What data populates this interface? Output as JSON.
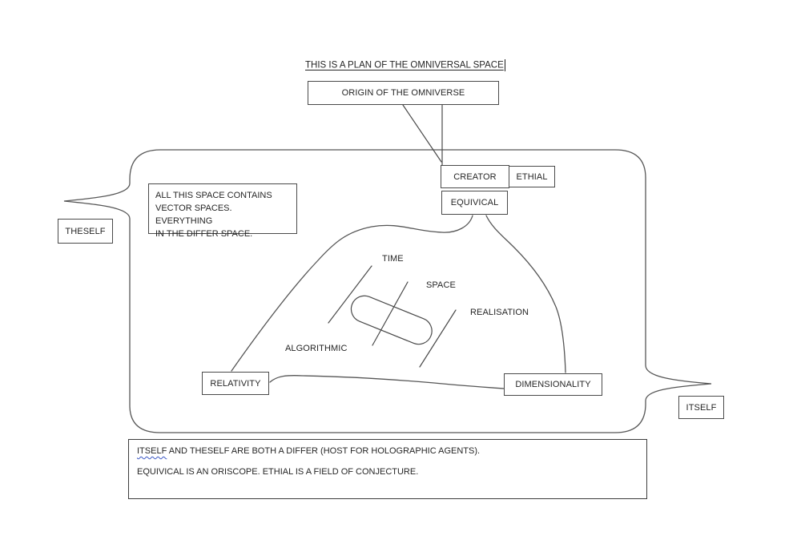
{
  "title": {
    "text": "THIS IS A PLAN OF THE OMNIVERSAL SPACE"
  },
  "origin_box": {
    "label": "ORIGIN OF THE OMNIVERSE"
  },
  "top_boxes": {
    "creator": "CREATOR",
    "ethial": "ETHIAL",
    "equivical": "EQUIVICAL"
  },
  "info_box": {
    "line1": "ALL THIS SPACE CONTAINS",
    "line2": "VECTOR SPACES. EVERYTHING",
    "line3": "IN THE DIFFER SPACE."
  },
  "side_boxes": {
    "theself": "THESELF",
    "itself": "ITSELF"
  },
  "inner_boxes": {
    "relativity": "RELATIVITY",
    "dimensionality": "DIMENSIONALITY"
  },
  "capsule_labels": {
    "time": "TIME",
    "space": "SPACE",
    "realisation": "REALISATION",
    "algorithmic": "ALGORITHMIC"
  },
  "bottom_note": {
    "line1_highlight": "ITSELF",
    "line1_rest": "AND THESELF ARE BOTH A DIFFER (HOST FOR HOLOGRAPHIC AGENTS).",
    "line2": "EQUIVICAL IS AN ORISCOPE.  ETHIAL IS A FIELD OF CONJECTURE."
  },
  "colors": {
    "ink": "#565656",
    "border": "#4a4a4a",
    "text": "#262626",
    "squiggle": "#3a56c4",
    "background": "#ffffff"
  }
}
